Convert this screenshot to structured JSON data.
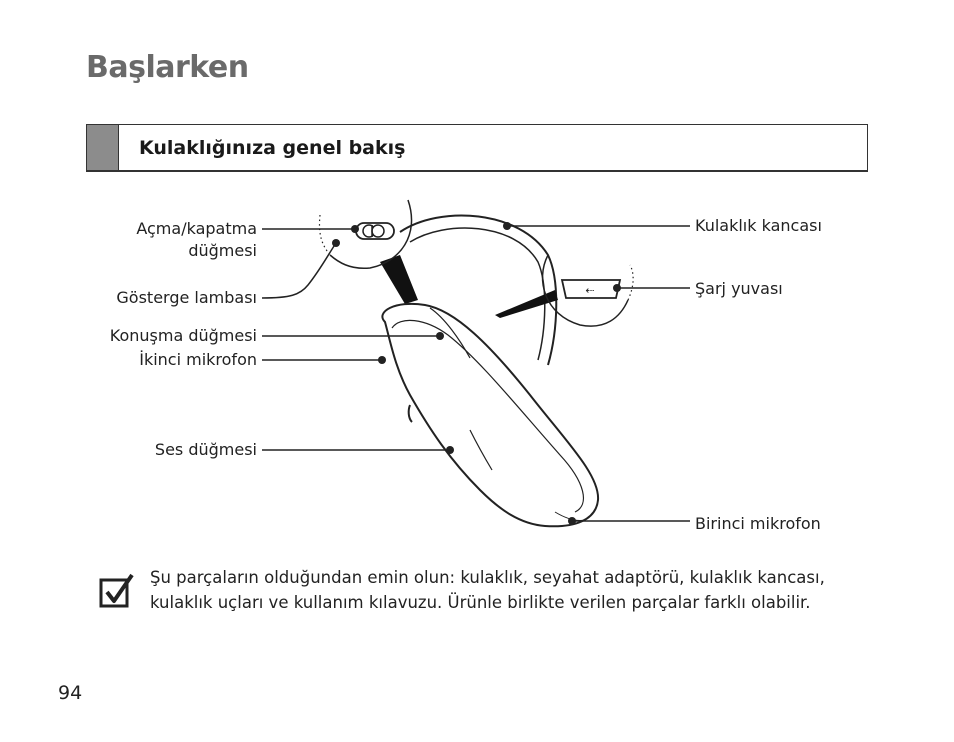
{
  "page": {
    "title": "Başlarken",
    "section_heading": "Kulaklığınıza genel bakış",
    "page_number": "94"
  },
  "labels": {
    "power_line1": "Açma/kapatma",
    "power_line2": "düğmesi",
    "indicator": "Gösterge lambası",
    "talk": "Konuşma düğmesi",
    "second_mic": "İkinci mikrofon",
    "volume": "Ses düğmesi",
    "ear_hook": "Kulaklık kancası",
    "charger": "Şarj yuvası",
    "first_mic": "Birinci mikrofon"
  },
  "note": {
    "icon": "checkbox-check-icon",
    "text": "Şu parçaların olduğundan emin olun: kulaklık, seyahat adaptörü, kulaklık kancası, kulaklık uçları ve kullanım kılavuzu. Ürünle birlikte verilen parçalar farklı olabilir."
  }
}
